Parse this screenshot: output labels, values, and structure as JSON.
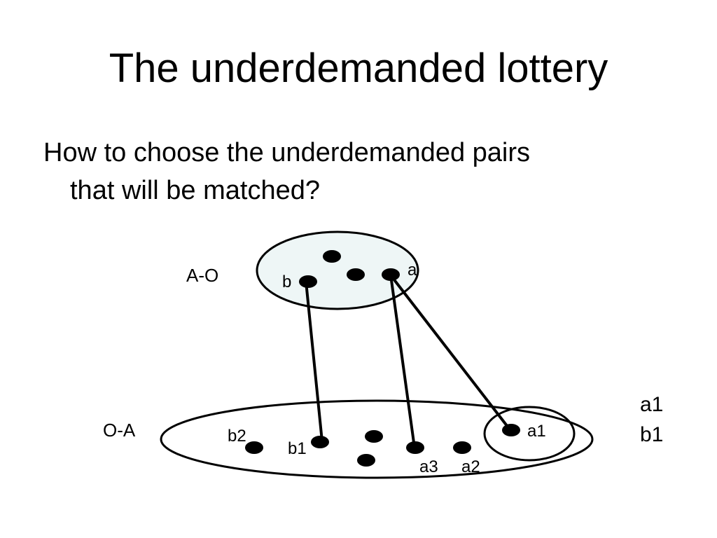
{
  "slide": {
    "title": "The underdemanded lottery",
    "body_line1": "How to choose the underdemanded pairs",
    "body_line2": "that will be matched?"
  },
  "diagram": {
    "groups": {
      "top_label": "A-O",
      "bottom_label": "O-A"
    },
    "node_labels": {
      "b": "b",
      "a": "a",
      "b2": "b2",
      "b1": "b1",
      "a1": "a1",
      "a3": "a3",
      "a2": "a2"
    },
    "side_list": [
      "a1",
      "b1"
    ],
    "colors": {
      "top_group_fill": "#eef6f6",
      "node_fill": "#000000",
      "stroke": "#000000"
    }
  }
}
